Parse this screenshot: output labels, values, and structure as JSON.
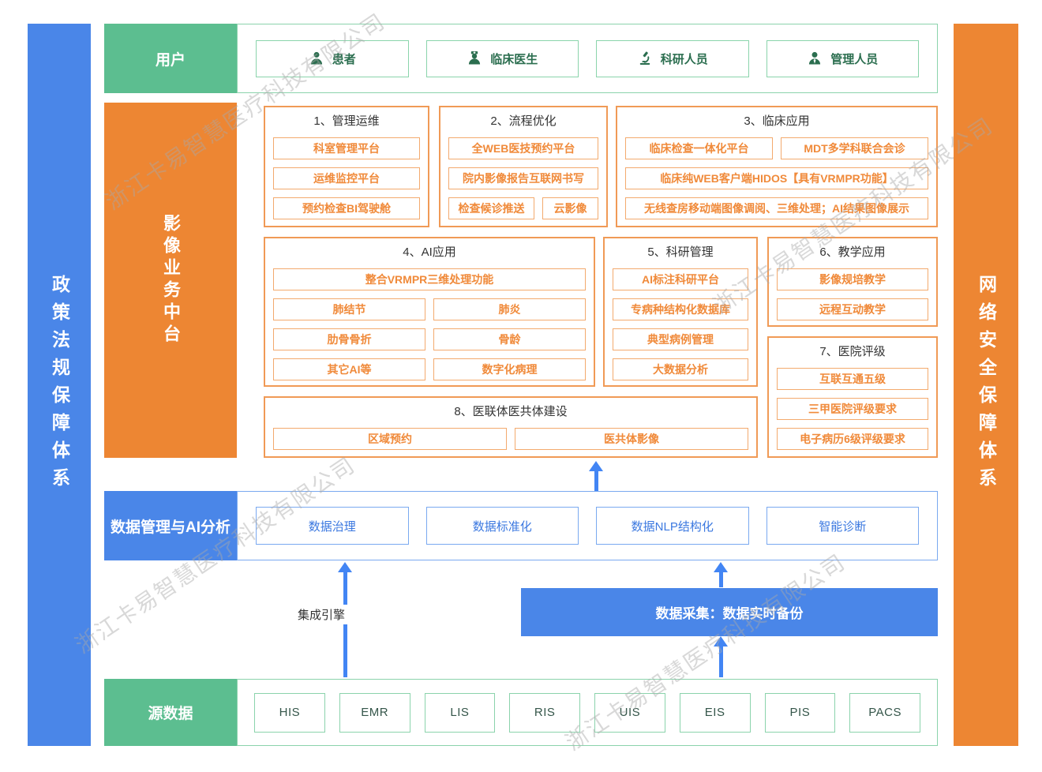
{
  "watermark": "浙江卡易智慧医疗科技有限公司",
  "sidebars": {
    "left": "政策法规保障体系",
    "right": "网络安全保障体系"
  },
  "users_row": {
    "label": "用户",
    "items": [
      {
        "icon": "patient-icon",
        "label": "患者"
      },
      {
        "icon": "doctor-icon",
        "label": "临床医生"
      },
      {
        "icon": "microscope-icon",
        "label": "科研人员"
      },
      {
        "icon": "admin-icon",
        "label": "管理人员"
      }
    ]
  },
  "platform": {
    "label": "影像业务中台",
    "sections": [
      {
        "title": "1、管理运维",
        "items": [
          "科室管理平台",
          "运维监控平台",
          "预约检查BI驾驶舱"
        ]
      },
      {
        "title": "2、流程优化",
        "items": [
          "全WEB医技预约平台",
          "院内影像报告互联网书写",
          "检查候诊推送",
          "云影像"
        ]
      },
      {
        "title": "3、临床应用",
        "items": [
          "临床检查一体化平台",
          "MDT多学科联合会诊",
          "临床纯WEB客户端HIDOS【具有VRMPR功能】",
          "无线查房移动端图像调阅、三维处理；AI结果图像展示"
        ]
      },
      {
        "title": "4、AI应用",
        "items": [
          "整合VRMPR三维处理功能",
          "肺结节",
          "肺炎",
          "肋骨骨折",
          "骨龄",
          "其它AI等",
          "数字化病理"
        ]
      },
      {
        "title": "5、科研管理",
        "items": [
          "AI标注科研平台",
          "专病种结构化数据库",
          "典型病例管理",
          "大数据分析"
        ]
      },
      {
        "title": "6、教学应用",
        "items": [
          "影像规培教学",
          "远程互动教学"
        ]
      },
      {
        "title": "7、医院评级",
        "items": [
          "互联互通五级",
          "三甲医院评级要求",
          "电子病历6级评级要求"
        ]
      },
      {
        "title": "8、医联体医共体建设",
        "items": [
          "区域预约",
          "医共体影像"
        ]
      }
    ]
  },
  "data_mgmt": {
    "label": "数据管理与AI分析",
    "items": [
      "数据治理",
      "数据标准化",
      "数据NLP结构化",
      "智能诊断"
    ]
  },
  "integration_engine_label": "集成引擎",
  "collect_label": "数据采集：数据实时备份",
  "source_row": {
    "label": "源数据",
    "items": [
      "HIS",
      "EMR",
      "LIS",
      "RIS",
      "UIS",
      "EIS",
      "PIS",
      "PACS"
    ]
  },
  "colors": {
    "green_fill": "#5cbe90",
    "green_border": "#8bd3ac",
    "green_text": "#2b6e4f",
    "blue_fill": "#4a86e8",
    "blue_border": "#7aa9f0",
    "blue_text": "#3b78e0",
    "orange_fill": "#ed8633",
    "orange_border": "#f09a56",
    "orange_text": "#f08a3a",
    "arrow_blue": "#4285f4"
  }
}
